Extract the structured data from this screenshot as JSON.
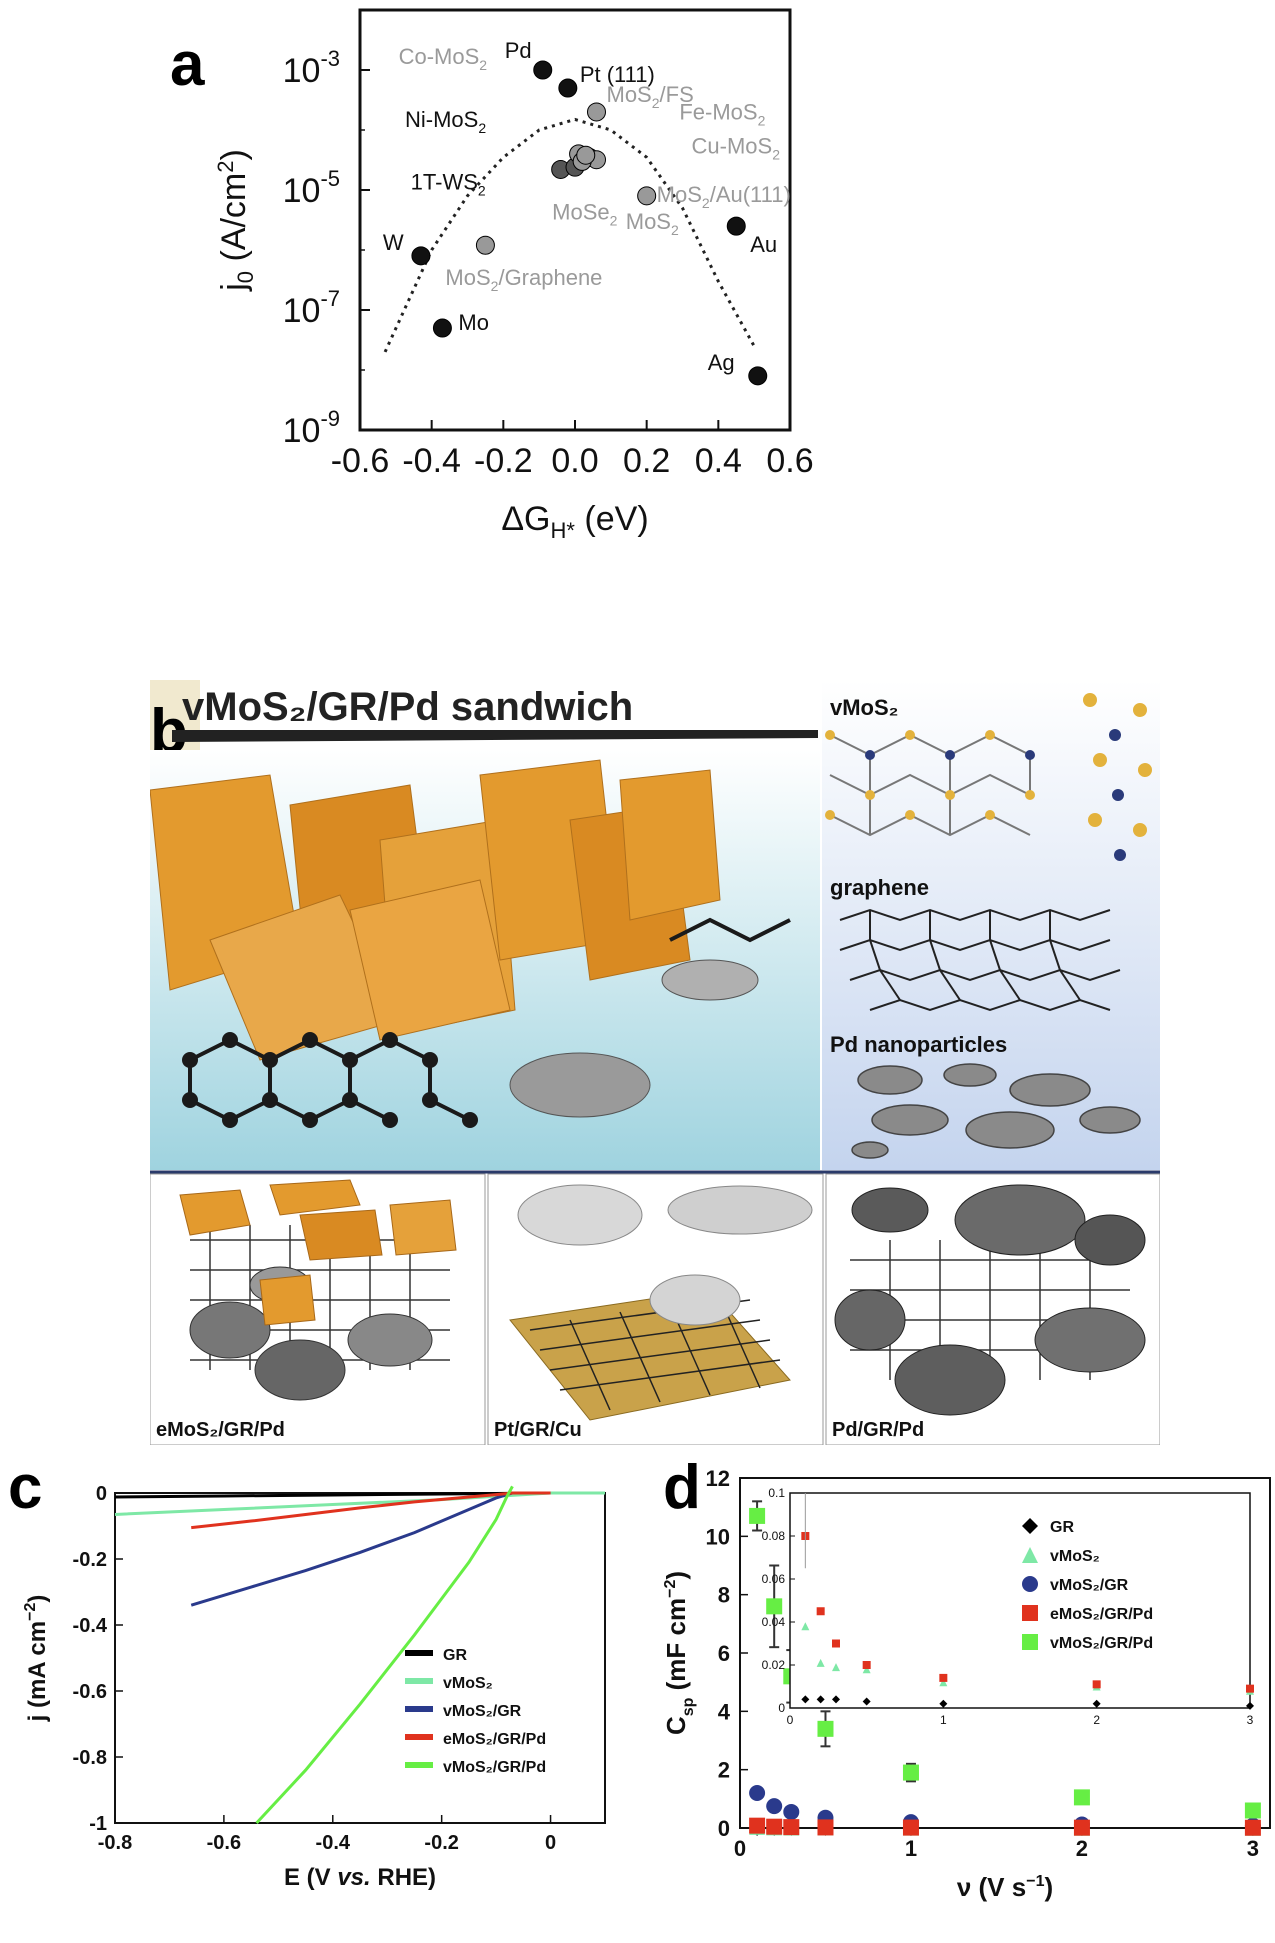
{
  "panel_labels": {
    "a": "a",
    "b": "b",
    "c": "c",
    "d": "d"
  },
  "chart_data": [
    {
      "panel": "a",
      "type": "scatter",
      "xlabel": "ΔG",
      "xlabel_sub": "H*",
      "xlabel_unit": "(eV)",
      "ylabel": "j",
      "ylabel_sub": "0",
      "ylabel_unit": "(A/cm",
      "ylabel_sup": "2",
      "ylabel_close": ")",
      "xlim": [
        -0.6,
        0.6
      ],
      "ylim_log10": [
        -9,
        -2
      ],
      "y_scale": "log",
      "xticks": [
        "-0.6",
        "-0.4",
        "-0.2",
        "0.0",
        "0.2",
        "0.4",
        "0.6"
      ],
      "yticks": [
        {
          "base": "10",
          "exp": "-3"
        },
        {
          "base": "10",
          "exp": "-5"
        },
        {
          "base": "10",
          "exp": "-7"
        },
        {
          "base": "10",
          "exp": "-9"
        }
      ],
      "points": [
        {
          "label": "Pd",
          "x": -0.09,
          "y": 0.001,
          "color": "#111111"
        },
        {
          "label": "Pt (111)",
          "x": -0.02,
          "y": 0.0005,
          "color": "#111111"
        },
        {
          "label": "W",
          "x": -0.43,
          "y": 8e-07,
          "color": "#111111"
        },
        {
          "label": "Mo",
          "x": -0.37,
          "y": 5e-08,
          "color": "#111111"
        },
        {
          "label": "Au",
          "x": 0.45,
          "y": 2.5e-06,
          "color": "#111111"
        },
        {
          "label": "Ag",
          "x": 0.51,
          "y": 8e-09,
          "color": "#111111"
        },
        {
          "label": "1T-WS",
          "sub": "2",
          "x": -0.04,
          "y": 2.2e-05,
          "color": "#555555"
        },
        {
          "label": "Ni-MoS",
          "sub": "2",
          "x": 0.0,
          "y": 2.4e-05,
          "color": "#555555"
        },
        {
          "label": "MoS",
          "sub": "2",
          "suffix": "/FS",
          "x": 0.06,
          "y": 0.0002,
          "color": "#999999"
        },
        {
          "label": "Co-MoS",
          "sub": "2",
          "x": 0.01,
          "y": 4e-05,
          "color": "#999999"
        },
        {
          "label": "Fe-MoS",
          "sub": "2",
          "x": 0.04,
          "y": 3.5e-05,
          "color": "#aaaaaa"
        },
        {
          "label": "Cu-MoS",
          "sub": "2",
          "x": 0.06,
          "y": 3.2e-05,
          "color": "#999999"
        },
        {
          "label": "MoSe",
          "sub": "2",
          "x": 0.02,
          "y": 3e-05,
          "color": "#999999"
        },
        {
          "label": "MoS",
          "sub": "2",
          "x": 0.03,
          "y": 3.8e-05,
          "color": "#999999"
        },
        {
          "label": "MoS",
          "sub": "2",
          "suffix": "/Au(111)",
          "x": 0.2,
          "y": 8e-06,
          "color": "#999999"
        },
        {
          "label": "MoS",
          "sub": "2",
          "suffix": "/Graphene",
          "x": -0.25,
          "y": 1.2e-06,
          "color": "#999999"
        }
      ],
      "volcano_curve": {
        "x": [
          -0.53,
          -0.4,
          -0.3,
          -0.2,
          -0.1,
          0.0,
          0.1,
          0.2,
          0.3,
          0.4,
          0.5
        ],
        "y": [
          2e-08,
          1e-06,
          8e-06,
          3.5e-05,
          0.0001,
          0.00015,
          0.0001,
          3.5e-05,
          5e-06,
          3e-07,
          2.5e-08
        ]
      }
    },
    {
      "panel": "c",
      "type": "line",
      "xlabel": "E (V ",
      "xlabel_italic": "vs.",
      "xlabel_end": " RHE)",
      "ylabel": "j (mA cm",
      "ylabel_sup": "−2",
      "ylabel_close": ")",
      "xlim": [
        -0.8,
        0.1
      ],
      "ylim": [
        -1.0,
        0.0
      ],
      "xticks": [
        "-0.8",
        "-0.6",
        "-0.4",
        "-0.2",
        "0"
      ],
      "yticks": [
        "0",
        "-0.2",
        "-0.4",
        "-0.6",
        "-0.8",
        "-1"
      ],
      "legend_position": "bottom-right",
      "series": [
        {
          "name": "GR",
          "color": "#000000",
          "x": [
            -0.8,
            -0.6,
            -0.4,
            -0.2,
            0.0,
            0.1
          ],
          "y": [
            -0.012,
            -0.009,
            -0.006,
            -0.003,
            0.0,
            0.0
          ]
        },
        {
          "name": "vMoS₂",
          "color": "#7ee8a6",
          "x": [
            -0.8,
            -0.6,
            -0.4,
            -0.2,
            -0.1,
            0.0,
            0.1
          ],
          "y": [
            -0.065,
            -0.05,
            -0.035,
            -0.02,
            -0.01,
            0.0,
            0.0
          ]
        },
        {
          "name": "vMoS₂/GR",
          "color": "#2a3a8c",
          "x": [
            -0.66,
            -0.55,
            -0.45,
            -0.35,
            -0.25,
            -0.15,
            -0.1,
            -0.07,
            0.0
          ],
          "y": [
            -0.34,
            -0.285,
            -0.235,
            -0.18,
            -0.12,
            -0.05,
            -0.015,
            0.0,
            0.0
          ]
        },
        {
          "name": "eMoS₂/GR/Pd",
          "color": "#e0321e",
          "x": [
            -0.66,
            -0.55,
            -0.45,
            -0.35,
            -0.25,
            -0.15,
            -0.1,
            -0.07,
            0.0
          ],
          "y": [
            -0.105,
            -0.085,
            -0.065,
            -0.045,
            -0.027,
            -0.012,
            -0.005,
            0.0,
            0.0
          ]
        },
        {
          "name": "vMoS₂/GR/Pd",
          "color": "#66ee44",
          "x": [
            -0.54,
            -0.45,
            -0.35,
            -0.25,
            -0.2,
            -0.15,
            -0.1,
            -0.08,
            -0.07
          ],
          "y": [
            -1.0,
            -0.84,
            -0.64,
            -0.43,
            -0.32,
            -0.21,
            -0.08,
            -0.01,
            0.02
          ]
        }
      ]
    },
    {
      "panel": "d",
      "type": "scatter",
      "xlabel": "ν (V s",
      "xlabel_sup": "−1",
      "xlabel_close": ")",
      "ylabel": "C",
      "ylabel_sub": "sp",
      "ylabel_unit": " (mF cm",
      "ylabel_sup": "−2",
      "ylabel_close": ")",
      "xlim": [
        0,
        3.1
      ],
      "ylim": [
        0,
        12
      ],
      "xticks": [
        "0",
        "1",
        "2",
        "3"
      ],
      "yticks": [
        "0",
        "2",
        "4",
        "6",
        "8",
        "10",
        "12"
      ],
      "x": [
        0.1,
        0.2,
        0.3,
        0.5,
        1.0,
        2.0,
        3.0
      ],
      "series": [
        {
          "name": "GR",
          "color": "#000000",
          "marker": "diamond",
          "values": [
            0.004,
            0.004,
            0.004,
            0.003,
            0.002,
            0.002,
            0.001
          ]
        },
        {
          "name": "vMoS₂",
          "color": "#7ee8a6",
          "marker": "triangle",
          "values": [
            0.038,
            0.021,
            0.019,
            0.018,
            0.012,
            0.01,
            0.008
          ]
        },
        {
          "name": "vMoS₂/GR",
          "color": "#2a3a8c",
          "marker": "circle",
          "values": [
            1.2,
            0.75,
            0.55,
            0.35,
            0.2,
            0.12,
            0.08
          ]
        },
        {
          "name": "eMoS₂/GR/Pd",
          "color": "#e0321e",
          "marker": "square",
          "values": [
            0.08,
            0.045,
            0.03,
            0.02,
            0.014,
            0.011,
            0.009
          ]
        },
        {
          "name": "vMoS₂/GR/Pd",
          "color": "#66ee44",
          "marker": "square",
          "values": [
            10.7,
            7.6,
            5.2,
            3.4,
            1.9,
            1.05,
            0.6
          ]
        }
      ],
      "errors": {
        "vMoS₂/GR/Pd": [
          0.5,
          1.4,
          0.9,
          0.6,
          0.3,
          0.2,
          0.2
        ]
      },
      "inset": {
        "xlim": [
          0,
          3
        ],
        "ylim": [
          0,
          0.1
        ],
        "xticks": [
          "0",
          "1",
          "2",
          "3"
        ],
        "yticks": [
          "0",
          "0.02",
          "0.04",
          "0.06",
          "0.08",
          "0.1"
        ],
        "legend_position": "top-right"
      }
    }
  ],
  "panel_b": {
    "title": "vMoS₂/GR/Pd sandwich",
    "labels": {
      "vmos2": "vMoS₂",
      "graphene": "graphene",
      "pd_np": "Pd nanoparticles",
      "bottom1": "eMoS₂/GR/Pd",
      "bottom2": "Pt/GR/Cu",
      "bottom3": "Pd/GR/Pd"
    },
    "colors": {
      "mos2": "#e39a2e",
      "accent": "#c98218",
      "sky": "#cfe6ee",
      "graphite": "#1a1a1a"
    }
  }
}
